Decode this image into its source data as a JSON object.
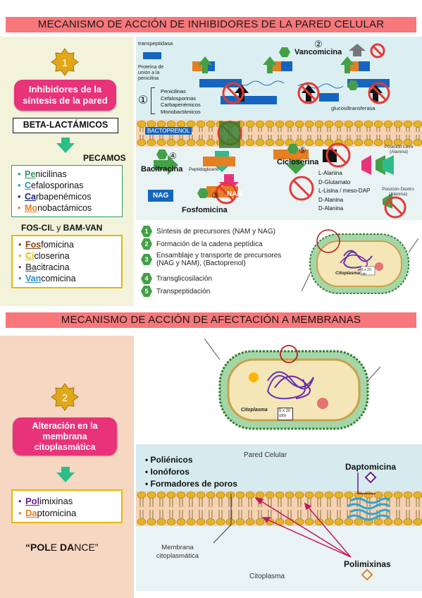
{
  "section1": {
    "banner": "MECANISMO DE ACCIÓN DE INHIBIDORES DE LA PARED CELULAR",
    "step_number": "1",
    "pink_button": "Inhibidores de la síntesis de la pared",
    "beta_label": "BETA-LACTÁMICOS",
    "mnemonic1": "PECAMOS",
    "list1": [
      {
        "hl": "Pe",
        "rest": "nicilinas",
        "color": "#2e9e5b"
      },
      {
        "hl": "C",
        "rest": "efalosporinas",
        "color": "#2a8bd0"
      },
      {
        "hl": "Ca",
        "rest": "rbapenémicos",
        "color": "#1a237e"
      },
      {
        "hl": "Mo",
        "rest": "nobactámicos",
        "color": "#e67e22"
      }
    ],
    "mnemonic2": {
      "a": "FOS-CI",
      "b": "L",
      "c": " y ",
      "d": "BAM-VAN"
    },
    "list2": [
      {
        "hl": "Fos",
        "rest": "fomicina",
        "color": "#8b4513"
      },
      {
        "hl": "Ci",
        "rest": "closerina",
        "color": "#e6b800"
      },
      {
        "hl": "Ba",
        "rest": "citracina",
        "color": "#555555"
      },
      {
        "hl": "Van",
        "rest": "comicina",
        "color": "#2a8bd0"
      }
    ],
    "diagram": {
      "transpeptidasa": "transpeptidasa",
      "proteina": "Proteína de unión a la penicilina",
      "beta_items": [
        "Penicilinas",
        "Cefalosporinas",
        "Carbapenémicos",
        "Monobactámicos"
      ],
      "vancomicina": "Vancomicina",
      "glucosil": "glucosiltransferasa",
      "bactoprenol": "BACTOPRENOL",
      "bacitracina": "Bacitracina",
      "peptidoglicano": "Peptidoglicano",
      "cicloserina": "Cicloserina",
      "aminoacids": [
        "L-Alanina",
        "D-Glutamato",
        "L-Lisina / meso-DAP",
        "D-Alanina",
        "D-Alanina"
      ],
      "posicion_levo": "Posición Levo (Alanina)",
      "posicion_dextro": "Posición Dextro (Alanina)",
      "nag": "NAG",
      "nam": "NAM",
      "fosfomicina": "Fosfomicina"
    },
    "legend": [
      "Síntesis de precursores (NAM y NAG)",
      "Formación de la cadena peptídica",
      "Ensamblaje y transporte de precursores (NAG y NAM), (Bactoprenol)",
      "Transglicosilación",
      "Transpeptidación"
    ],
    "cell": {
      "citoplasma": "Citoplasma",
      "size": "5 x 20 um"
    }
  },
  "section2": {
    "banner": "MECANISMO DE ACCIÓN DE AFECTACIÓN A MEMBRANAS",
    "step_number": "2",
    "pink_button": "Alteración en la membrana citoplasmática",
    "list": [
      {
        "hl": "Pol",
        "rest": "imixinas",
        "color": "#6a1b9a"
      },
      {
        "hl": "Da",
        "rest": "ptomicina",
        "color": "#e67e22"
      }
    ],
    "mnemonic": {
      "q1": "“",
      "a": "POL",
      "b": "E ",
      "c": "DA",
      "d": "NCE”"
    },
    "cell": {
      "citoplasma": "Citoplasma",
      "size": "5 x 20 utm"
    },
    "bullets": [
      "Poliénicos",
      "Ionóforos",
      "Formadores de poros"
    ],
    "pared_celular": "Pared Celular",
    "daptomicina": "Daptomicina",
    "membrana": "Membrana citoplasmática",
    "polimixinas": "Polimixinas",
    "citoplasma": "Citoplasma"
  },
  "colors": {
    "banner": "#f7777a",
    "pink": "#e8337a",
    "green": "#43a047",
    "gold": "#e0a818"
  }
}
